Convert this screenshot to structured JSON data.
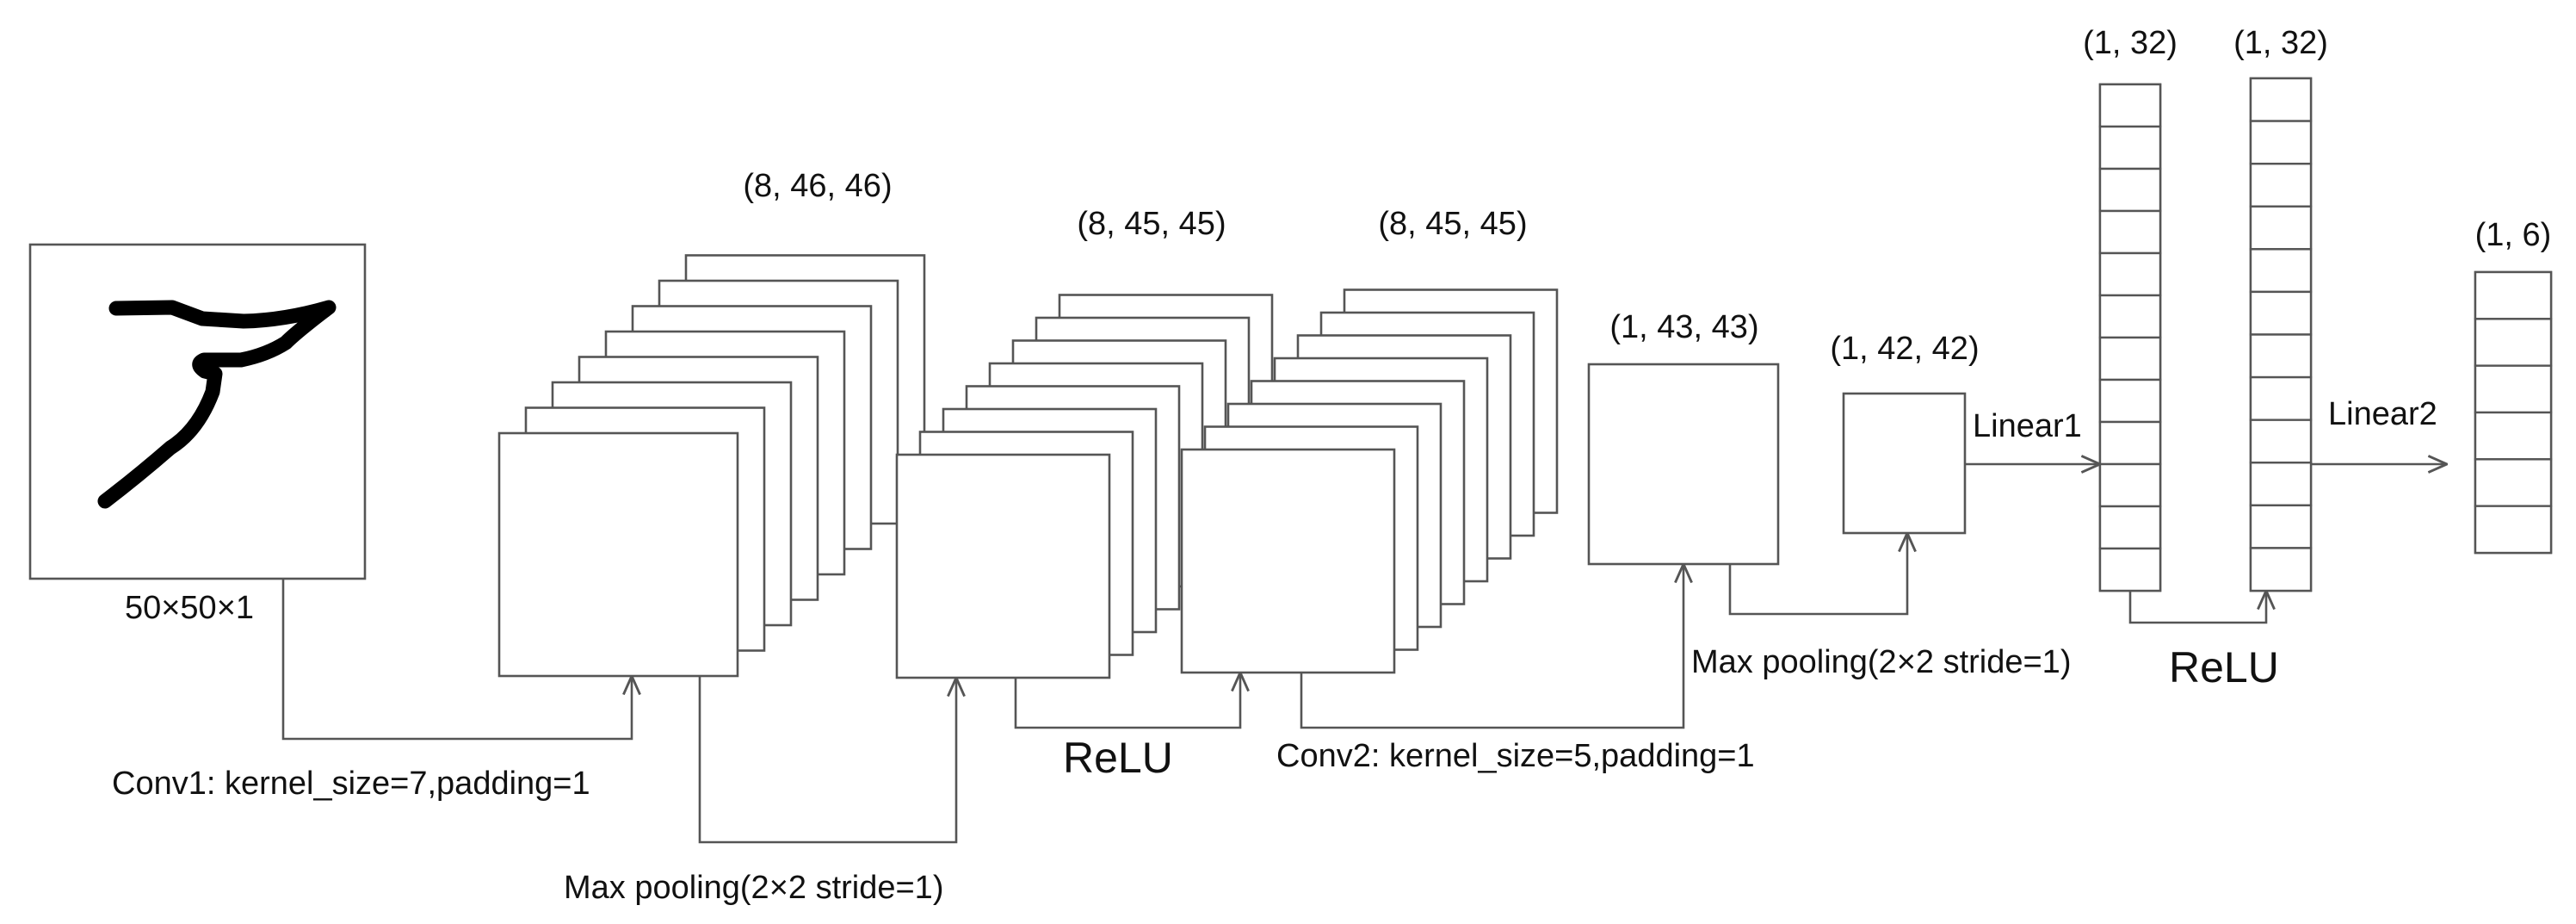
{
  "input": {
    "size_label": "50×50×1"
  },
  "shapes": {
    "conv1_out": "(8, 46, 46)",
    "pool1_out": "(8, 45, 45)",
    "relu1_out": "(8, 45, 45)",
    "conv2_out": "(1, 43, 43)",
    "pool2_out": "(1, 42, 42)",
    "linear1_out": "(1, 32)",
    "relu2_out": "(1, 32)",
    "linear2_out": "(1, 6)"
  },
  "ops": {
    "conv1": "Conv1:  kernel_size=7,padding=1",
    "pool1": "Max pooling(2×2  stride=1)",
    "relu1": "ReLU",
    "conv2": "Conv2:  kernel_size=5,padding=1",
    "pool2": "Max pooling(2×2  stride=1)",
    "linear1": "Linear1",
    "relu2": "ReLU",
    "linear2": "Linear2"
  },
  "colors": {
    "relu": "#cc1f1f",
    "line": "#555555",
    "text": "#111111"
  }
}
